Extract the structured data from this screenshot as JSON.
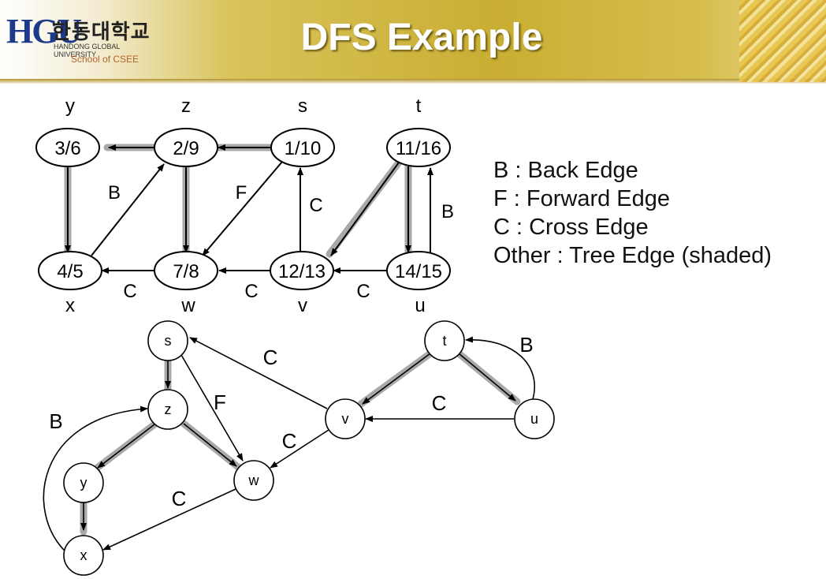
{
  "header": {
    "title": "DFS Example",
    "logo_mark": "HGU",
    "logo_korean": "한동대학교",
    "logo_english": "HANDONG GLOBAL UNIVERSITY",
    "logo_school": "School of CSEE"
  },
  "top_graph": {
    "nodes": [
      {
        "name": "y",
        "label": "3/6"
      },
      {
        "name": "z",
        "label": "2/9"
      },
      {
        "name": "s",
        "label": "1/10"
      },
      {
        "name": "t",
        "label": "11/16"
      },
      {
        "name": "x",
        "label": "4/5"
      },
      {
        "name": "w",
        "label": "7/8"
      },
      {
        "name": "v",
        "label": "12/13"
      },
      {
        "name": "u",
        "label": "14/15"
      }
    ],
    "edge_labels": {
      "x_z": "B",
      "s_w": "F",
      "v_s": "C",
      "u_t": "B",
      "w_x": "C",
      "v_w": "C",
      "u_v": "C"
    }
  },
  "bottom_graph": {
    "nodes": [
      "s",
      "z",
      "y",
      "x",
      "w",
      "t",
      "v",
      "u"
    ],
    "edge_labels": {
      "v_s": "C",
      "s_w": "F",
      "x_z": "B",
      "u_t": "B",
      "u_v": "C",
      "v_w": "C",
      "w_x": "C"
    }
  },
  "legend": [
    "B : Back Edge",
    "F : Forward Edge",
    "C : Cross Edge",
    "Other : Tree Edge (shaded)"
  ],
  "colors": {
    "tree_edge_shade": "#a9a9a9",
    "edge": "#000000",
    "title_text": "#ffffff"
  }
}
